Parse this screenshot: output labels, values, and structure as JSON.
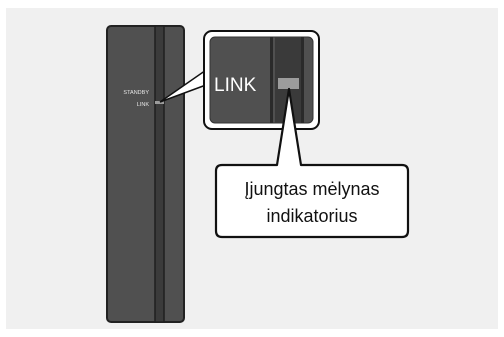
{
  "device": {
    "standby_label": "STANDBY",
    "link_label": "LINK"
  },
  "zoom": {
    "label": "LINK"
  },
  "callout": {
    "line1": "Įjungtas mėlynas",
    "line2": "indikatorius"
  },
  "colors": {
    "panel_background": "#f0f0f0",
    "device_body": "#505050",
    "device_outline": "#222222",
    "zoom_frame": "#111111",
    "indicator": "#9c9c9c",
    "callout_fill": "#ffffff"
  }
}
